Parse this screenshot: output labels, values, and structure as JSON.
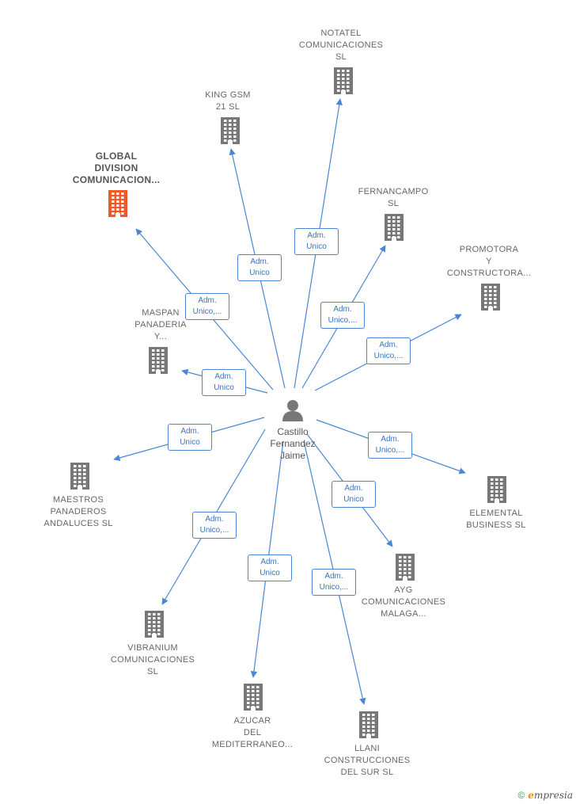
{
  "center": {
    "name": "Castillo\nFernandez\nJaime"
  },
  "colors": {
    "edge": "#4a86d4",
    "building": "#777777",
    "highlight": "#f05a28"
  },
  "nodes": [
    {
      "id": "notatel",
      "name": "NOTATEL\nCOMUNICACIONES\nSL",
      "highlight": false,
      "edge_label": "Adm.\nUnico"
    },
    {
      "id": "kinggsm",
      "name": "KING GSM\n21  SL",
      "highlight": false,
      "edge_label": "Adm.\nUnico"
    },
    {
      "id": "global",
      "name": "GLOBAL\nDIVISION\nCOMUNICACION...",
      "highlight": true,
      "edge_label": "Adm.\nUnico,..."
    },
    {
      "id": "fernancampo",
      "name": "FERNANCAMPO\nSL",
      "highlight": false,
      "edge_label": "Adm.\nUnico,..."
    },
    {
      "id": "promotora",
      "name": "PROMOTORA\nY\nCONSTRUCTORA...",
      "highlight": false,
      "edge_label": "Adm.\nUnico,..."
    },
    {
      "id": "maspan",
      "name": "MASPAN\nPANADERIA\nY...",
      "highlight": false,
      "edge_label": "Adm.\nUnico"
    },
    {
      "id": "maestros",
      "name": "MAESTROS\nPANADEROS\nANDALUCES SL",
      "highlight": false,
      "edge_label": "Adm.\nUnico"
    },
    {
      "id": "elemental",
      "name": "ELEMENTAL\nBUSINESS  SL",
      "highlight": false,
      "edge_label": "Adm.\nUnico,..."
    },
    {
      "id": "ayg",
      "name": "AYG\nCOMUNICACIONES\nMALAGA...",
      "highlight": false,
      "edge_label": "Adm.\nUnico"
    },
    {
      "id": "vibranium",
      "name": "VIBRANIUM\nCOMUNICACIONES\nSL",
      "highlight": false,
      "edge_label": "Adm.\nUnico,..."
    },
    {
      "id": "azucar",
      "name": "AZUCAR\nDEL\nMEDITERRANEO...",
      "highlight": false,
      "edge_label": "Adm.\nUnico"
    },
    {
      "id": "llani",
      "name": "LLANI\nCONSTRUCCIONES\nDEL SUR  SL",
      "highlight": false,
      "edge_label": "Adm.\nUnico,..."
    }
  ],
  "footer": {
    "copyright": "©",
    "brand_first": "e",
    "brand_rest": "mpresia"
  }
}
